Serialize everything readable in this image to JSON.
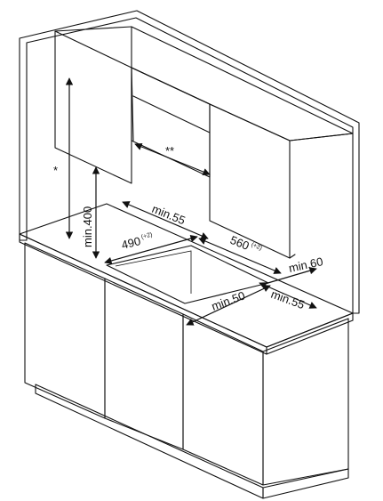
{
  "labels": {
    "upper_cabinet_height": "*",
    "hood_clearance": "**",
    "min_400": "min.400",
    "min_55_top": "min.55",
    "w_490": "490",
    "tol_490": "(+2)",
    "w_560": "560",
    "tol_560": "(+2)",
    "min_60": "min.60",
    "min_50": "min.50",
    "min_55_side": "min.55"
  },
  "colors": {
    "line": "#111111",
    "background": "#ffffff"
  }
}
